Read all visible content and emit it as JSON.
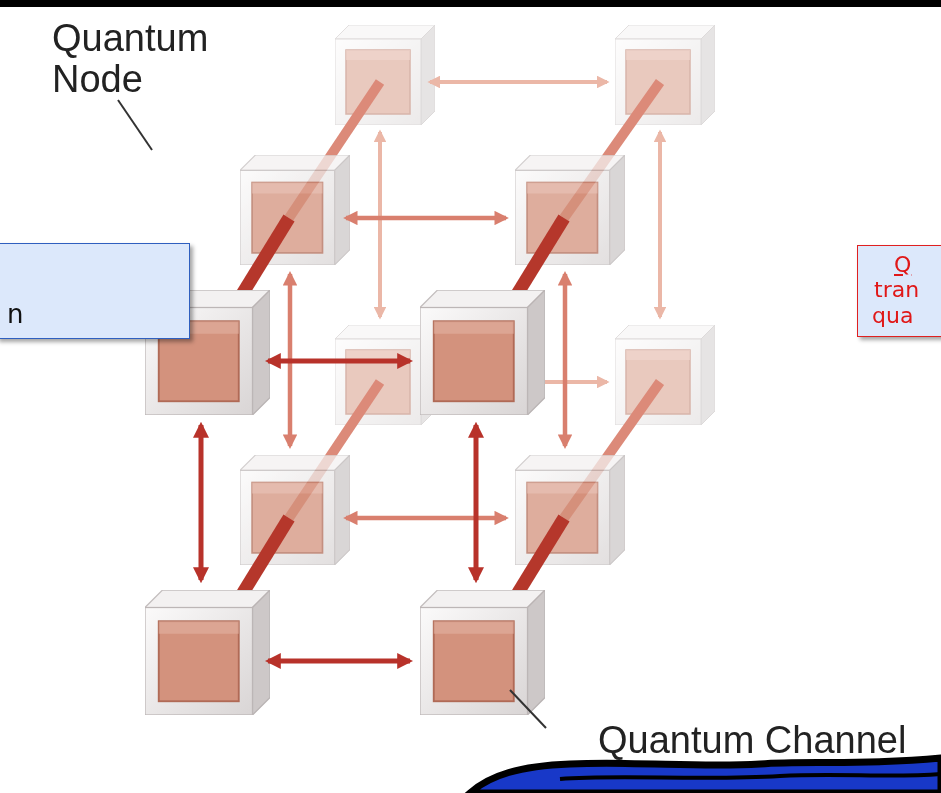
{
  "diagram": {
    "nodes": [
      {
        "text": [
          "n"
        ]
      },
      {
        "text": [
          "Q",
          "tran",
          "qua"
        ]
      }
    ],
    "labels": [
      "Quantum Node",
      "Quantum Channel"
    ]
  }
}
